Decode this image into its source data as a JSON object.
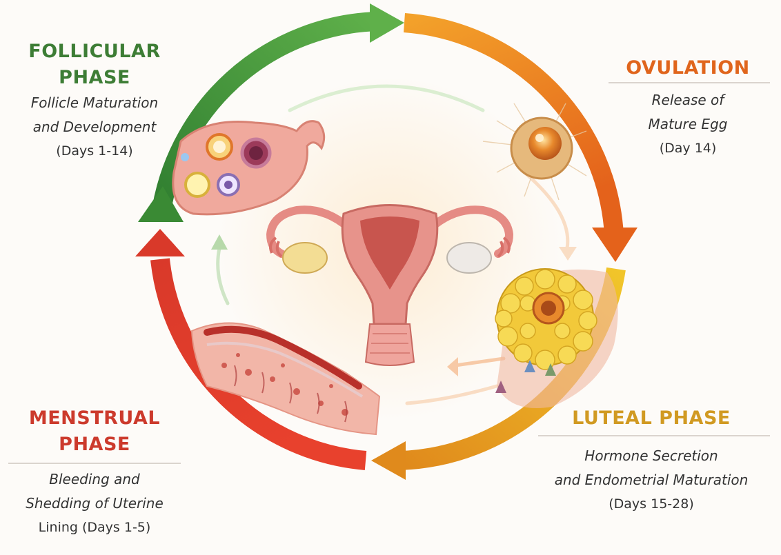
{
  "colors": {
    "follicular": "#3d7d35",
    "ovulation": "#e0651c",
    "luteal": "#d19a22",
    "menstrual": "#cc3a2c",
    "tissue": "#e58b84"
  },
  "phases": {
    "follicular": {
      "title_line1": "FOLLICULAR",
      "title_line2": "PHASE",
      "desc_line1": "Follicle Maturation",
      "desc_line2": "and Development",
      "days": "(Days 1-14)"
    },
    "ovulation": {
      "title": "OVULATION",
      "desc_line1": "Release of",
      "desc_line2": "Mature Egg",
      "days": "(Day 14)"
    },
    "luteal": {
      "title": "LUTEAL PHASE",
      "desc_line1": "Hormone Secretion",
      "desc_line2": "and Endometrial Maturation",
      "days": "(Days 15-28)"
    },
    "menstrual": {
      "title_line1": "MENSTRUAL",
      "title_line2": "PHASE",
      "desc_line1": "Bleeding and",
      "desc_line2": "Shedding of Uterine",
      "desc_line3": "Lining (Days 1-5)"
    }
  },
  "icons": [
    "cycle-ring",
    "ovary-with-follicles-icon",
    "mature-egg-icon",
    "corpus-luteum-icon",
    "uterine-lining-icon",
    "uterus-icon"
  ]
}
